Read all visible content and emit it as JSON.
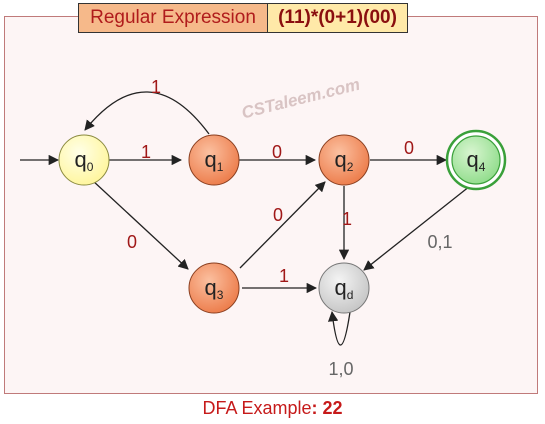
{
  "header": {
    "label": "Regular Expression",
    "expression": "(11)*(0+1)(00)"
  },
  "watermark": "CSTaleem.com",
  "caption": {
    "prefix": "DFA Example",
    "number": "22"
  },
  "colors": {
    "start_state": "#ffffb0",
    "normal_state": "#f08a5a",
    "final_state": "#66cc66",
    "dead_state": "#cccccc",
    "edge_label": "#a01818",
    "dead_edge_label": "#666666"
  },
  "states": [
    {
      "id": "q0",
      "base": "q",
      "sub": "0",
      "kind": "start"
    },
    {
      "id": "q1",
      "base": "q",
      "sub": "1",
      "kind": "normal"
    },
    {
      "id": "q2",
      "base": "q",
      "sub": "2",
      "kind": "normal"
    },
    {
      "id": "q3",
      "base": "q",
      "sub": "3",
      "kind": "normal"
    },
    {
      "id": "q4",
      "base": "q",
      "sub": "4",
      "kind": "final"
    },
    {
      "id": "qd",
      "base": "q",
      "sub": "d",
      "kind": "dead"
    }
  ],
  "transitions": [
    {
      "from": "q0",
      "to": "q1",
      "label": "1"
    },
    {
      "from": "q1",
      "to": "q0",
      "label": "1"
    },
    {
      "from": "q1",
      "to": "q2",
      "label": "0"
    },
    {
      "from": "q2",
      "to": "q4",
      "label": "0"
    },
    {
      "from": "q0",
      "to": "q3",
      "label": "0"
    },
    {
      "from": "q3",
      "to": "q2",
      "label": "0"
    },
    {
      "from": "q3",
      "to": "qd",
      "label": "1"
    },
    {
      "from": "q2",
      "to": "qd",
      "label": "1"
    },
    {
      "from": "q4",
      "to": "qd",
      "label": "0,1"
    },
    {
      "from": "qd",
      "to": "qd",
      "label": "1,0"
    }
  ]
}
